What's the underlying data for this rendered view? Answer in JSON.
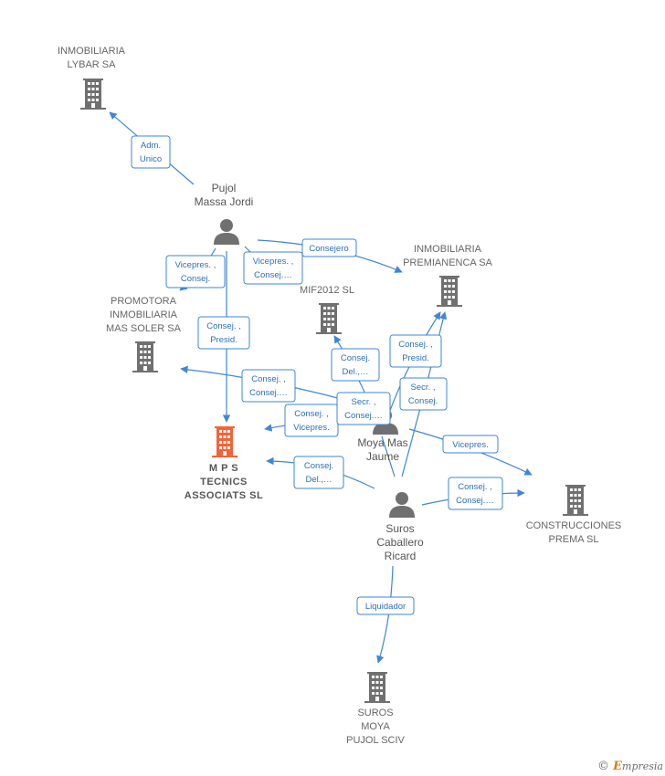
{
  "colors": {
    "company": "#707070",
    "focus_company": "#f0643a",
    "person": "#707070",
    "edge": "#3f86d6",
    "label_text": "#2c6fbf"
  },
  "nodes": {
    "lybar": {
      "lines": [
        "INMOBILIARIA",
        "LYBAR SA"
      ],
      "icon": "building-icon"
    },
    "pujol": {
      "lines": [
        "Pujol",
        "Massa Jordi"
      ],
      "icon": "person-icon"
    },
    "premianenca": {
      "lines": [
        "INMOBILIARIA",
        "PREMIANENCA SA"
      ],
      "icon": "building-icon"
    },
    "mif2012": {
      "lines": [
        "MIF2012 SL"
      ],
      "icon": "building-icon"
    },
    "promotora": {
      "lines": [
        "PROMOTORA",
        "INMOBILIARIA",
        "MAS SOLER SA"
      ],
      "icon": "building-icon"
    },
    "mps": {
      "lines": [
        "M P S",
        "TECNICS",
        "ASSOCIATS SL"
      ],
      "icon": "building-icon"
    },
    "moya": {
      "lines": [
        "Moya Mas",
        "Jaume"
      ],
      "icon": "person-icon"
    },
    "suros": {
      "lines": [
        "Suros",
        "Caballero",
        "Ricard"
      ],
      "icon": "person-icon"
    },
    "construcciones": {
      "lines": [
        "CONSTRUCCIONES",
        "PREMA SL"
      ],
      "icon": "building-icon"
    },
    "suros_moya": {
      "lines": [
        "SUROS",
        "MOYA",
        "PUJOL SCIV"
      ],
      "icon": "building-icon"
    }
  },
  "relations": [
    {
      "id": "pujol-lybar",
      "lines": [
        "Adm.",
        "Unico"
      ]
    },
    {
      "id": "pujol-premianenca",
      "lines": [
        "Consejero"
      ]
    },
    {
      "id": "pujol-promotora",
      "lines": [
        "Vicepres. ,",
        "Consej."
      ]
    },
    {
      "id": "pujol-mif",
      "lines": [
        "Vicepres. ,",
        "Consej.…"
      ]
    },
    {
      "id": "pujol-mps",
      "lines": [
        "Consej. ,",
        "Presid."
      ]
    },
    {
      "id": "moya-mif",
      "lines": [
        "Consej.",
        "Del.,…"
      ]
    },
    {
      "id": "moya-premianenca",
      "lines": [
        "Consej. ,",
        "Presid."
      ]
    },
    {
      "id": "moya-promotora",
      "lines": [
        "Consej. ,",
        "Consej.…"
      ]
    },
    {
      "id": "moya-mps",
      "lines": [
        "Consej. ,",
        "Vicepres."
      ]
    },
    {
      "id": "moya-self",
      "lines": [
        "Secr. ,",
        "Consej.…"
      ]
    },
    {
      "id": "suros-premianenca",
      "lines": [
        "Secr. ,",
        "Consej."
      ]
    },
    {
      "id": "moya-construcciones",
      "lines": [
        "Vicepres."
      ]
    },
    {
      "id": "suros-mps",
      "lines": [
        "Consej.",
        "Del.,…"
      ]
    },
    {
      "id": "suros-construcciones",
      "lines": [
        "Consej. ,",
        "Consej.…"
      ]
    },
    {
      "id": "suros-surosmoya",
      "lines": [
        "Liquidador"
      ]
    }
  ],
  "brand": {
    "copyright": "©",
    "initial": "E",
    "rest": "mpresia"
  }
}
